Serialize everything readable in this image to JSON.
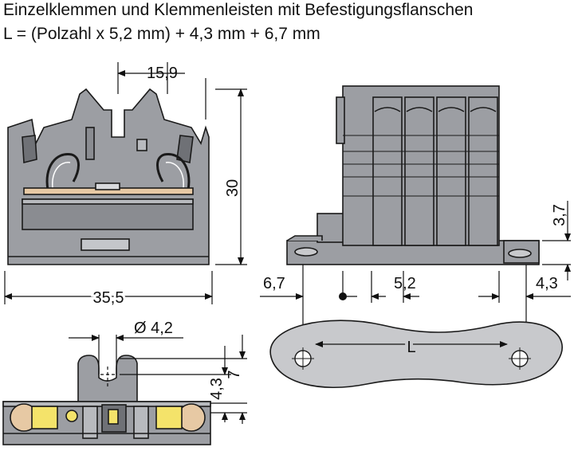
{
  "title": {
    "line1": "Einzelklemmen und Klemmenleisten mit Befestigungsflanschen",
    "line2": "L = (Polzahl x 5,2 mm) + 4,3 mm + 6,7 mm"
  },
  "dimensions": {
    "top_width": "15,9",
    "height": "30",
    "total_width": "35,5",
    "hole_diameter": "Ø 4,2",
    "hole_offset": "4,3",
    "hole_height": "7",
    "flange_thickness": "3,7",
    "left_offset": "6,7",
    "pitch": "5,2",
    "right_offset": "4,3",
    "length": "L"
  },
  "colors": {
    "body": "#9c9ea3",
    "body_dark": "#6f7176",
    "outline": "#1a1a1a",
    "contact": "#e7c9a4",
    "spring_yellow": "#f4e36a",
    "flange_plate": "#c8c9cc"
  }
}
